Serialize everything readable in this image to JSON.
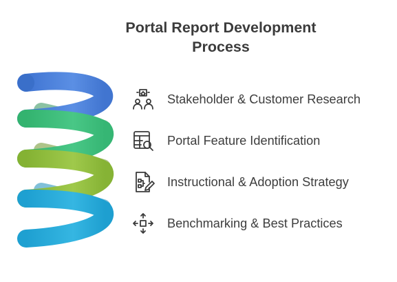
{
  "title": "Portal Report Development\nProcess",
  "colors": {
    "coil_blue": "#4a7ed8",
    "coil_green": "#3cbc78",
    "coil_lime": "#8fbb3b",
    "coil_cyan": "#22a9d6",
    "icon_stroke": "#3a3a3a",
    "text": "#3d3d3d"
  },
  "steps": [
    {
      "label": "Stakeholder & Customer Research",
      "icon": "stakeholder-research-icon",
      "color": "#4a7ed8"
    },
    {
      "label": "Portal Feature Identification",
      "icon": "table-search-icon",
      "color": "#3cbc78"
    },
    {
      "label": "Instructional & Adoption Strategy",
      "icon": "document-edit-icon",
      "color": "#8fbb3b"
    },
    {
      "label": "Benchmarking & Best Practices",
      "icon": "move-arrows-icon",
      "color": "#22a9d6"
    }
  ]
}
